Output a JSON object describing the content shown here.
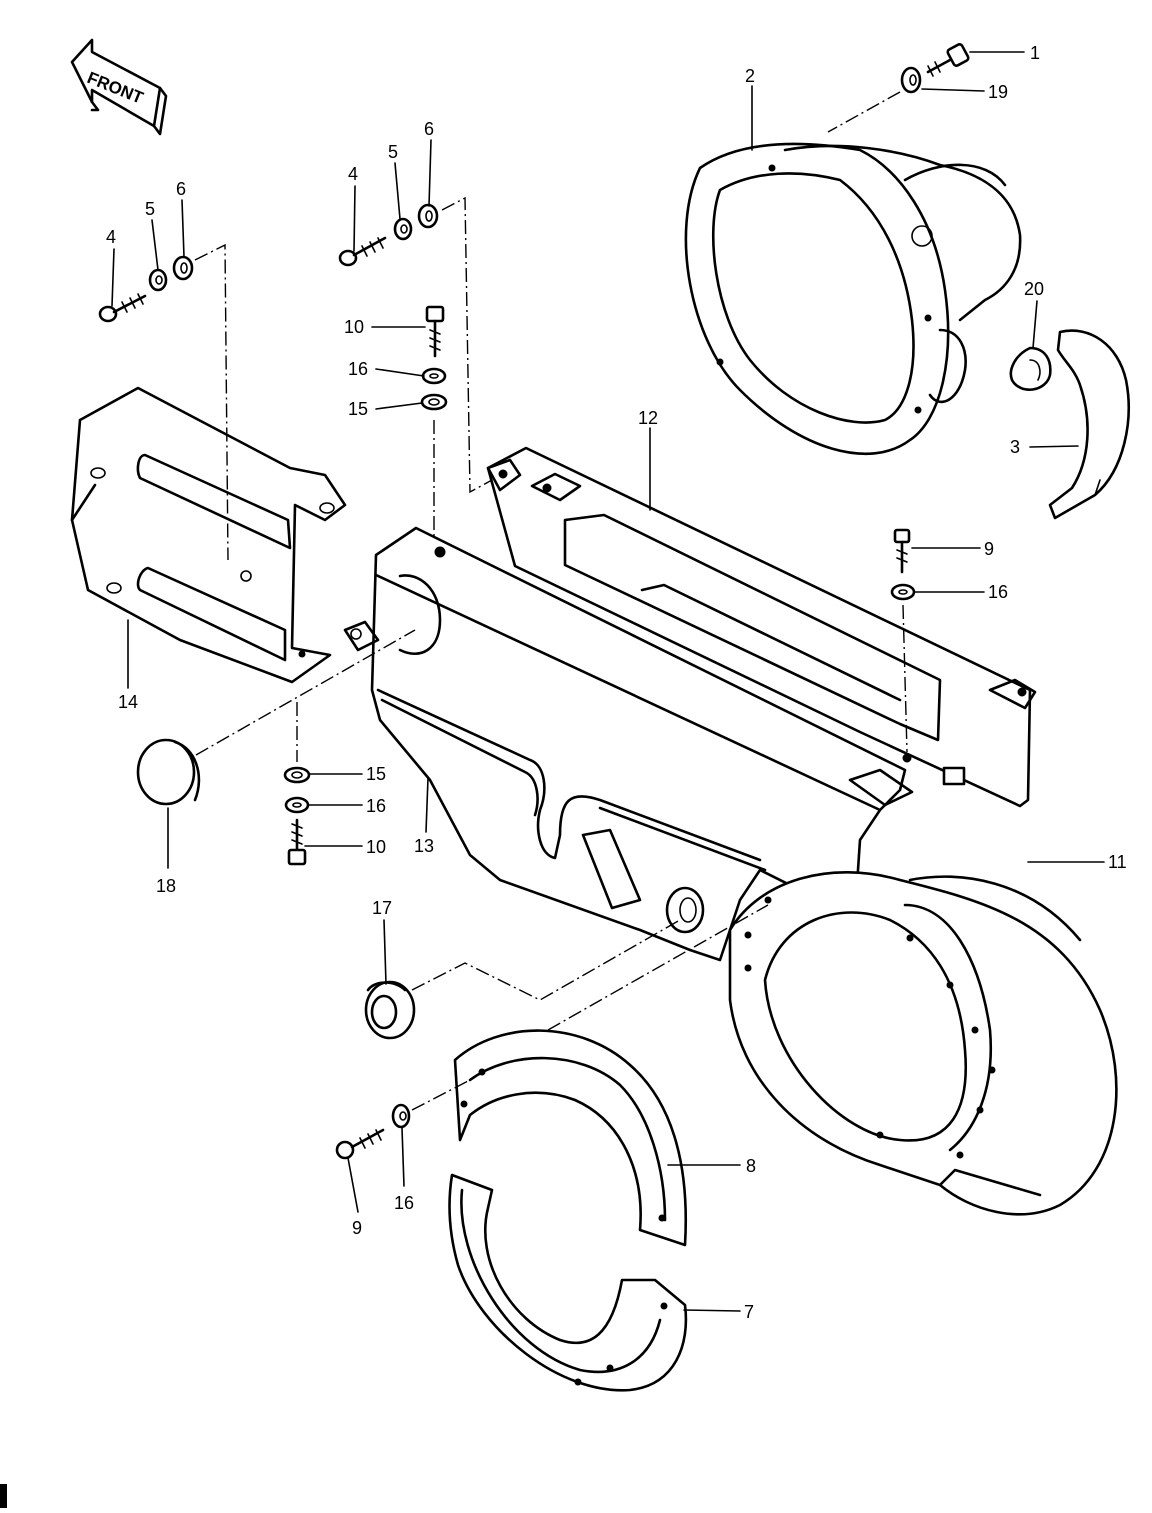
{
  "front_label": "FRONT",
  "callouts": {
    "c1": "1",
    "c2": "2",
    "c3": "3",
    "c4a": "4",
    "c4b": "4",
    "c5a": "5",
    "c5b": "5",
    "c6a": "6",
    "c6b": "6",
    "c7": "7",
    "c8": "8",
    "c9a": "9",
    "c9b": "9",
    "c10a": "10",
    "c10b": "10",
    "c11": "11",
    "c12": "12",
    "c13": "13",
    "c14": "14",
    "c15a": "15",
    "c15b": "15",
    "c16a": "16",
    "c16b": "16",
    "c16c": "16",
    "c16d": "16",
    "c17": "17",
    "c18": "18",
    "c19": "19",
    "c20": "20"
  }
}
